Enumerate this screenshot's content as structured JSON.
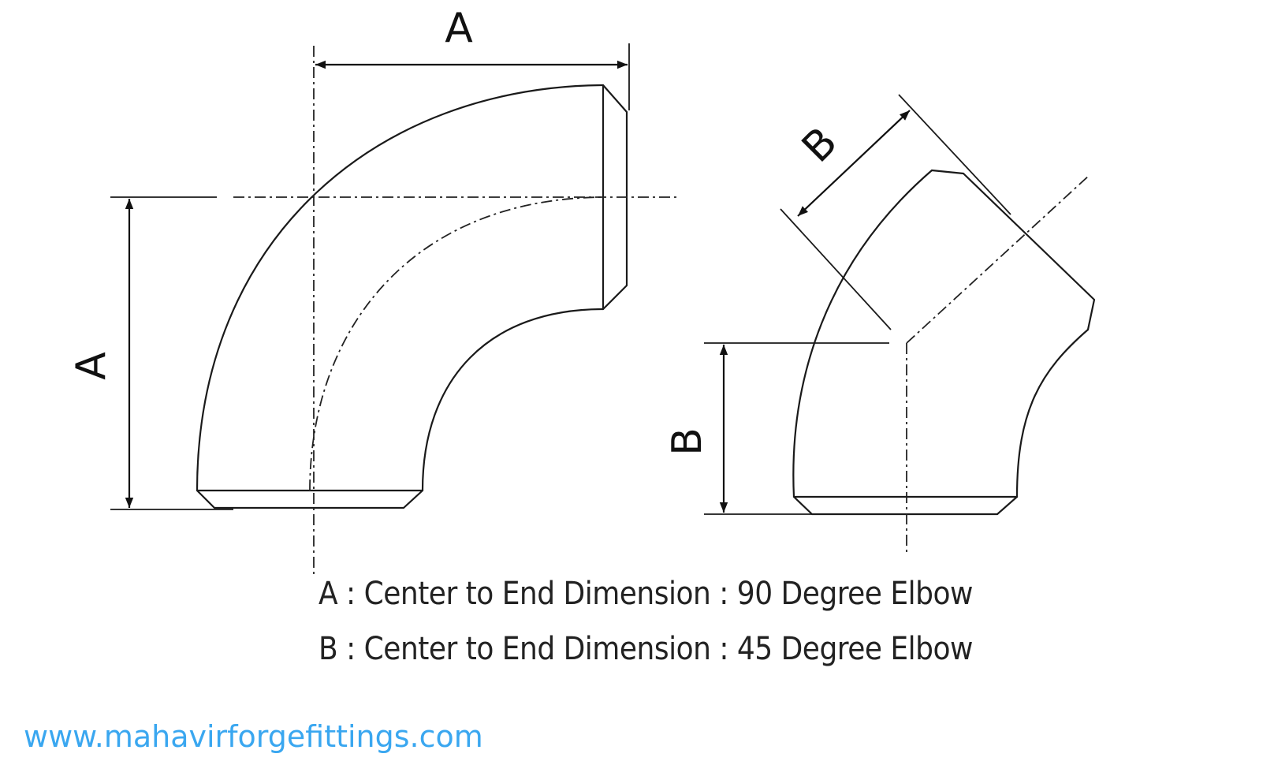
{
  "colors": {
    "line": "#1a1a1a",
    "text": "#222222",
    "website": "#3aa7f0",
    "background": "#ffffff"
  },
  "elbow_90": {
    "dimension_label": "A",
    "dimension_label_vertical": "A"
  },
  "elbow_45": {
    "dimension_label": "B",
    "dimension_label_vertical": "B"
  },
  "legend": {
    "line_a": "A : Center to End Dimension : 90 Degree Elbow",
    "line_b": "B : Center to End Dimension : 45 Degree Elbow"
  },
  "website": "www.mahavirforgefittings.com"
}
